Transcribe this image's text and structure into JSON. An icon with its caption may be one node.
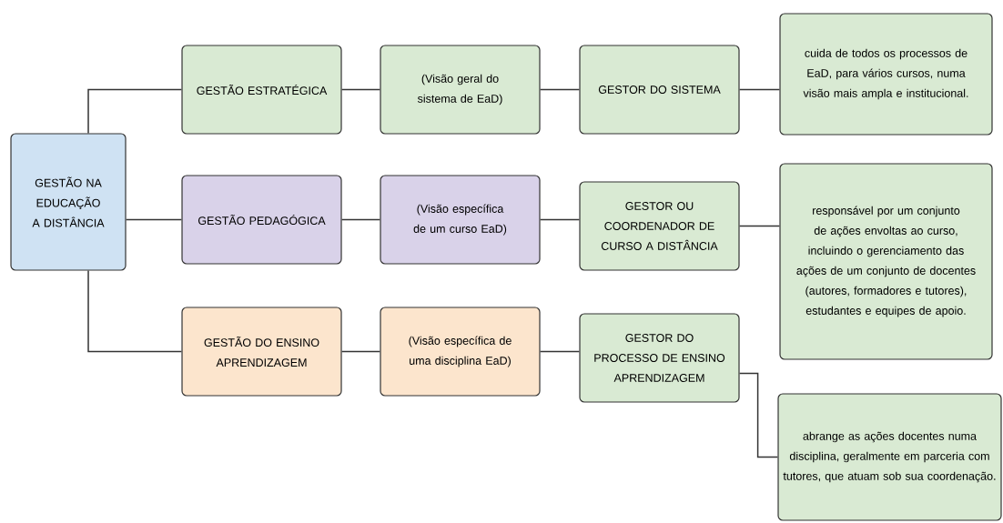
{
  "diagram": {
    "nodes": [
      {
        "text": [
          "GESTÃO NA EDUCAÇÃO A DISTÂNCIA"
        ]
      },
      {
        "text": [
          "GESTÃO ESTRATÉGICA"
        ]
      },
      {
        "text": [
          "(Visão geral do sistema de EaD)"
        ]
      },
      {
        "text": [
          "GESTOR DO SISTEMA"
        ]
      },
      {
        "text": [
          "cuida de todos os processos de EaD, para vários cursos, numa visão mais ampla e institucional."
        ]
      },
      {
        "text": [
          "GESTÃO PEDAGÓGICA"
        ]
      },
      {
        "text": [
          "(Visão específica de um curso EaD)"
        ]
      },
      {
        "text": [
          "GESTOR OU COORDENADOR DE CURSO A DISTÂNCIA"
        ]
      },
      {
        "text": [
          "responsável por um conjunto de ações envoltas ao curso, incluindo o gerenciamento das ações de um conjunto de docentes (autores, formadores e tutores), estudantes e equipes de apoio."
        ]
      },
      {
        "text": [
          "GESTÃO DO ENSINO APRENDIZAGEM"
        ]
      },
      {
        "text": [
          "(Visão específica de uma disciplina EaD)"
        ]
      },
      {
        "text": [
          "GESTOR DO PROCESSO DE ENSINO APRENDIZAGEM"
        ]
      },
      {
        "text": [
          "abrange as ações docentes numa disciplina, geralmente em parceria com tutores, que atuam sob sua coordenação."
        ]
      }
    ],
    "edges": [
      {
        "from": 0,
        "to": 1,
        "arrow": "none"
      },
      {
        "from": 0,
        "to": 5,
        "arrow": "none"
      },
      {
        "from": 0,
        "to": 9,
        "arrow": "none"
      },
      {
        "from": 1,
        "to": 2,
        "arrow": "none"
      },
      {
        "from": 2,
        "to": 3,
        "arrow": "none"
      },
      {
        "from": 3,
        "to": 4,
        "arrow": "none"
      },
      {
        "from": 5,
        "to": 6,
        "arrow": "none"
      },
      {
        "from": 6,
        "to": 7,
        "arrow": "none"
      },
      {
        "from": 7,
        "to": 8,
        "arrow": "none"
      },
      {
        "from": 9,
        "to": 10,
        "arrow": "none"
      },
      {
        "from": 10,
        "to": 11,
        "arrow": "none"
      },
      {
        "from": 11,
        "to": 12,
        "arrow": "none"
      }
    ]
  }
}
